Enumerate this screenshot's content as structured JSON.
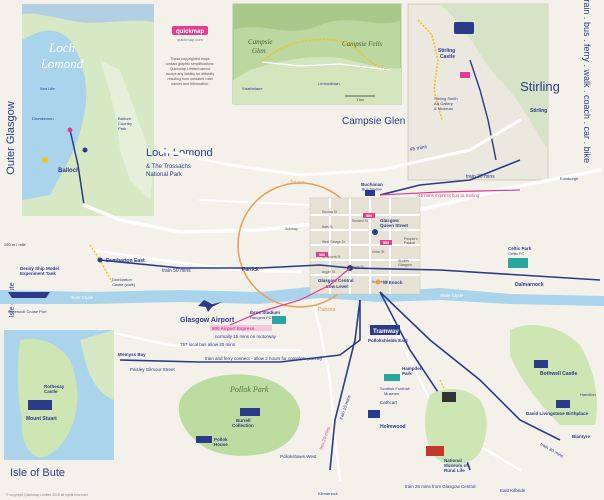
{
  "brand": {
    "logo": "quickmap",
    "url": "quickmap.com"
  },
  "intro_text": [
    "These copyrighted maps",
    "contain graphic simplifications.",
    "Quickmap Limited cannot",
    "accept any liability for difficulty",
    "resulting from outdated road",
    "names and information."
  ],
  "regions": {
    "outer_glasgow": "Outer Glasgow",
    "loch_lomond_lake": [
      "Loch",
      "Lomond"
    ],
    "loch_lomond_park": [
      "Loch Lomond",
      "& The Trossachs",
      "National Park"
    ],
    "campsie_glen": "Campsie Glen",
    "campsie_fells": "Campsie Fells",
    "campsie_glen_inset": [
      "Campsie",
      "Glen"
    ],
    "stirling": "Stirling",
    "isle_of_bute": "Isle of Bute",
    "isle_of_bute_small": "Isle of Bute",
    "pollok_park": "Pollok Park",
    "river_clyde": "River Clyde"
  },
  "transport_modes": [
    "train",
    "bus",
    "ferry",
    "walk",
    "coach",
    "car",
    "bike"
  ],
  "places": {
    "balloch": "Balloch",
    "dumbarton_east": "Dumbarton East",
    "denny_ship": [
      "Denny Ship Model",
      "Experiment Tank"
    ],
    "dumbarton_castle": [
      "Dumbarton",
      "Castle (walk)"
    ],
    "greenock": "Greenock Cruise Port",
    "partick": "Partick",
    "glasgow_airport": "Glasgow Airport",
    "ibrox": [
      "Ibrox Stadium",
      "Rangers FC"
    ],
    "paisley": "Paisley Gilmour Street",
    "wemyss_bay": "Wemyss Bay",
    "rothesay": [
      "Rothesay",
      "Castle"
    ],
    "mount_stuart": "Mount Stuart",
    "burrell": [
      "Burrell",
      "Collection"
    ],
    "pollok_house": [
      "Pollok",
      "House"
    ],
    "pollokshaws_west": "Pollokshaws West",
    "kilmarnock": "Kilmarnock",
    "tramway": "Tramway",
    "pollokshields_east": "Pollokshields East",
    "hampden": [
      "Hampden",
      "Park"
    ],
    "scottish_football": [
      "Scottish Football",
      "Museum"
    ],
    "holmwood": "Holmwood",
    "cathcart": "Cathcart",
    "national_museum": [
      "National",
      "Museum of",
      "Rural Life"
    ],
    "celtic_park": [
      "Celtic Park",
      "Celtic FC"
    ],
    "dalmarnock": "Dalmarnock",
    "bothwell_castle": "Bothwell Castle",
    "david_livingstone": "David Livingstone Birthplace",
    "blantyre": "Blantyre",
    "hamilton": "Hamilton",
    "east_kilbride": "East Kilbride",
    "stirling_station": "Stirling",
    "stirling_castle": [
      "Stirling",
      "Castle"
    ],
    "smith_gallery": [
      "Stirling Smith",
      "Art Gallery",
      "& Museum"
    ],
    "edinburgh": "Edinburgh",
    "buchanan_bus": [
      "Buchanan",
      "Bus Station"
    ],
    "glasgow_queen_st": [
      "Glasgow",
      "Queen Street"
    ],
    "glasgow_central": [
      "Glasgow Central",
      "Low Level"
    ],
    "st_enoch": "St Enoch",
    "sloans": [
      "Sloans",
      "Glasgow"
    ],
    "people_palace": [
      "People's",
      "Palace"
    ],
    "subway": "Subway",
    "lennoxtown": "Lennoxtown",
    "strathblane": "Strathblane",
    "sea_life": [
      "Sea Life",
      "Loch Lomond"
    ],
    "drumkinnon": [
      "Drumkinnon",
      "Tower"
    ],
    "balloch_castle": [
      "Balloch",
      "Country",
      "Park"
    ]
  },
  "routes": {
    "train_20": "train 20 mins",
    "express_bus": "45 mins express bus to Stirling",
    "train_50": "train 50 mins",
    "airport_bus": "500 Airport Express",
    "motorway": "normally 15 mins on motorway",
    "local_bus": "757 local bus allow 20 mins",
    "train_ferry": "train and ferry connect - allow 2 hours for complete journey",
    "train_25": "train 25 mins from Glasgow Central",
    "bus_20": "bus 20 mins",
    "bus_10": "bus 10 mins",
    "train_15": "train 15 mins",
    "train_30": "train 30 mins",
    "mins_45": "45 mins",
    "tolaso": "Tolaso",
    "dubsea": "Dubsea",
    "scale": "250 m / mile",
    "scale_inset": "1 km"
  },
  "badges": {
    "b500a": "500",
    "b500b": "500",
    "b500c": "500",
    "b757": "757",
    "b45": "45"
  },
  "streets": [
    "Dundas St",
    "Bath St",
    "Renfield St",
    "West George St",
    "St Vincent St",
    "Argyle St",
    "Union St",
    "Hope St",
    "Bothwell St"
  ],
  "footer": "© copyright Quickmap Limited 2019 all rights reserved",
  "colors": {
    "water": "#b9dcee",
    "park": "#cde6b4",
    "road": "#ffffff",
    "rail": "#2c3a8a",
    "bus": "#e23d8f",
    "walk": "#f0c419",
    "orbit": "#e8a15b"
  }
}
